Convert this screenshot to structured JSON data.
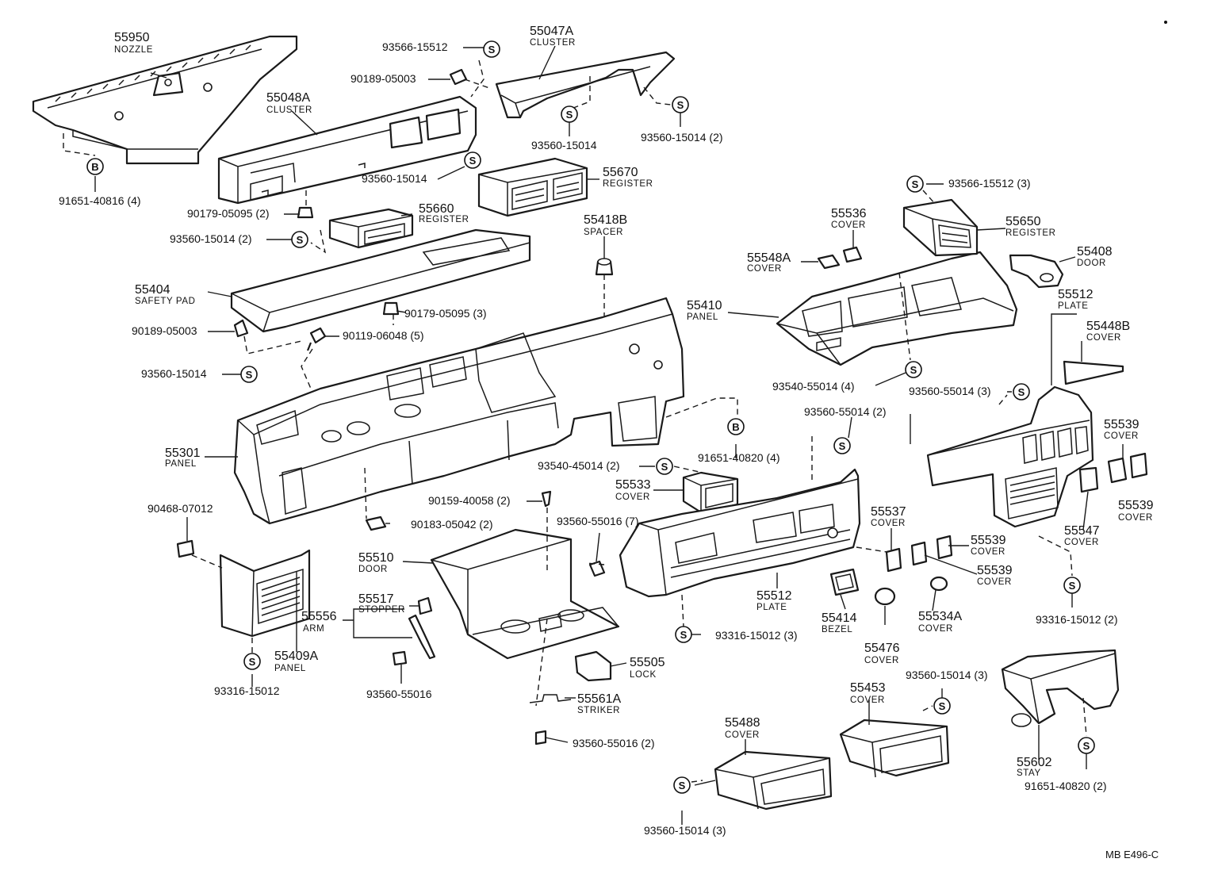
{
  "labels": {
    "l55950": "55950",
    "l_nozzle": "NOZZLE",
    "l55047A": "55047A",
    "l_cluster1": "CLUSTER",
    "l55048A": "55048A",
    "l_cluster2": "CLUSTER",
    "l55670": "55670",
    "l_register1": "REGISTER",
    "l55660": "55660",
    "l_register2": "REGISTER",
    "l55418B": "55418B",
    "l_spacer": "SPACER",
    "l55404": "55404",
    "l_safetypad": "SAFETY PAD",
    "l55536": "55536",
    "l_cover_55536": "COVER",
    "l55650": "55650",
    "l_register3": "REGISTER",
    "l55548A": "55548A",
    "l_cover_55548A": "COVER",
    "l55408": "55408",
    "l_door1": "DOOR",
    "l55410": "55410",
    "l_panel1": "PANEL",
    "l55512a": "55512",
    "l_plate1": "PLATE",
    "l55448B": "55448B",
    "l_cover_55448B": "COVER",
    "l55301": "55301",
    "l_panel2": "PANEL",
    "l55539a": "55539",
    "l_cover_55539a": "COVER",
    "l55539b": "55539",
    "l_cover_55539b": "COVER",
    "l55533": "55533",
    "l_cover_55533": "COVER",
    "l55537": "55537",
    "l_cover_55537": "COVER",
    "l55547": "55547",
    "l_cover_55547": "COVER",
    "l55539c": "55539",
    "l_cover_55539c": "COVER",
    "l55539d": "55539",
    "l_cover_55539d": "COVER",
    "l55510": "55510",
    "l_door2": "DOOR",
    "l55517": "55517",
    "l_stopper": "STOPPER",
    "l55556": "55556",
    "l_arm": "ARM",
    "l55409A": "55409A",
    "l_panel3": "PANEL",
    "l55512b": "55512",
    "l_plate2": "PLATE",
    "l55414": "55414",
    "l_bezel": "BEZEL",
    "l55534A": "55534A",
    "l_cover_55534A": "COVER",
    "l55476": "55476",
    "l_cover_55476": "COVER",
    "l55505": "55505",
    "l_lock": "LOCK",
    "l55561A": "55561A",
    "l_striker": "STRIKER",
    "l55453": "55453",
    "l_cover_55453": "COVER",
    "l55488": "55488",
    "l_cover_55488": "COVER",
    "l55602": "55602",
    "l_stay": "STAY"
  },
  "fasteners": {
    "f01": "93566-15512",
    "f02": "90189-05003",
    "f03": "93560-15014",
    "f04": "93560-15014 (2)",
    "f05": "91651-40816 (4)",
    "f06": "93560-15014",
    "f07": "90179-05095 (2)",
    "f08": "93560-15014 (2)",
    "f09": "93566-15512 (3)",
    "f10": "90179-05095 (3)",
    "f11": "90189-05003",
    "f12": "90119-06048 (5)",
    "f13": "93560-15014",
    "f14": "93540-55014 (4)",
    "f15": "93560-55014 (3)",
    "f16": "93560-55014 (2)",
    "f17": "91651-40820 (4)",
    "f18": "93540-45014 (2)",
    "f19": "90468-07012",
    "f20": "90159-40058 (2)",
    "f21": "90183-05042 (2)",
    "f22": "93560-55016 (7)",
    "f23": "93316-15012 (2)",
    "f24": "93316-15012 (3)",
    "f25": "93316-15012",
    "f26": "93560-55016",
    "f27": "93560-55016 (2)",
    "f28": "93560-15014 (3)",
    "f29": "91651-40820 (2)",
    "f30": "93560-15014 (3)"
  },
  "symbols": {
    "s": "S",
    "b": "B"
  },
  "footer": {
    "code": "MB  E496-C"
  }
}
